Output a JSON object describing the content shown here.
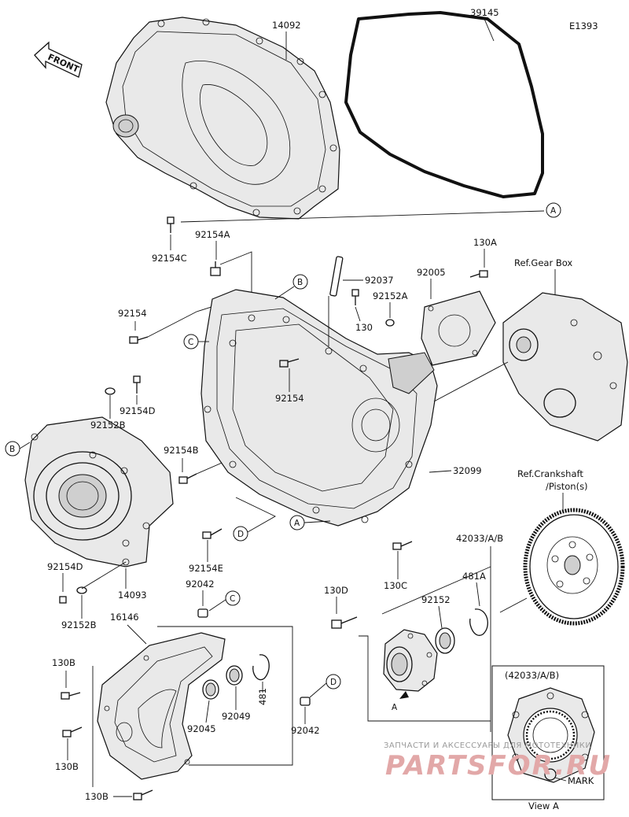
{
  "diagram": {
    "code": "E1393",
    "front_label": "FRONT",
    "parts": {
      "p14092": "14092",
      "p39145": "39145",
      "p92154C": "92154C",
      "p92154A": "92154A",
      "p92154": "92154",
      "p92154_mid": "92154",
      "p92154D_top": "92154D",
      "p92152B_top": "92152B",
      "p92154B": "92154B",
      "p92154D_bot": "92154D",
      "p92152B_bot": "92152B",
      "p14093": "14093",
      "p92154E": "92154E",
      "p92037": "92037",
      "p130": "130",
      "p92152A": "92152A",
      "p92005": "92005",
      "p130A": "130A",
      "p32099": "32099",
      "p130C": "130C",
      "p92042_top": "92042",
      "p16146": "16146",
      "p130B_1": "130B",
      "p130B_2": "130B",
      "p130B_3": "130B",
      "p92045": "92045",
      "p92049": "92049",
      "p481": "481",
      "p92042_bot": "92042",
      "p130D": "130D",
      "p92152": "92152",
      "p481A": "481A",
      "p42033": "42033/A/B"
    },
    "refs": {
      "gear_box": "Ref.Gear Box",
      "crankshaft_1": "Ref.Crankshaft",
      "crankshaft_2": "/Piston(s)"
    },
    "callouts": {
      "A": "A",
      "B": "B",
      "C": "C",
      "D": "D"
    },
    "inset": {
      "title": "(42033/A/B)",
      "mark": "MARK",
      "view": "View A",
      "arrow_label": "A"
    },
    "watermark": {
      "line1": "ЗАПЧАСТИ И АКСЕССУАРЫ ДЛЯ МОТОТЕХНИКИ",
      "line2": "PARTSFOR.RU"
    }
  }
}
